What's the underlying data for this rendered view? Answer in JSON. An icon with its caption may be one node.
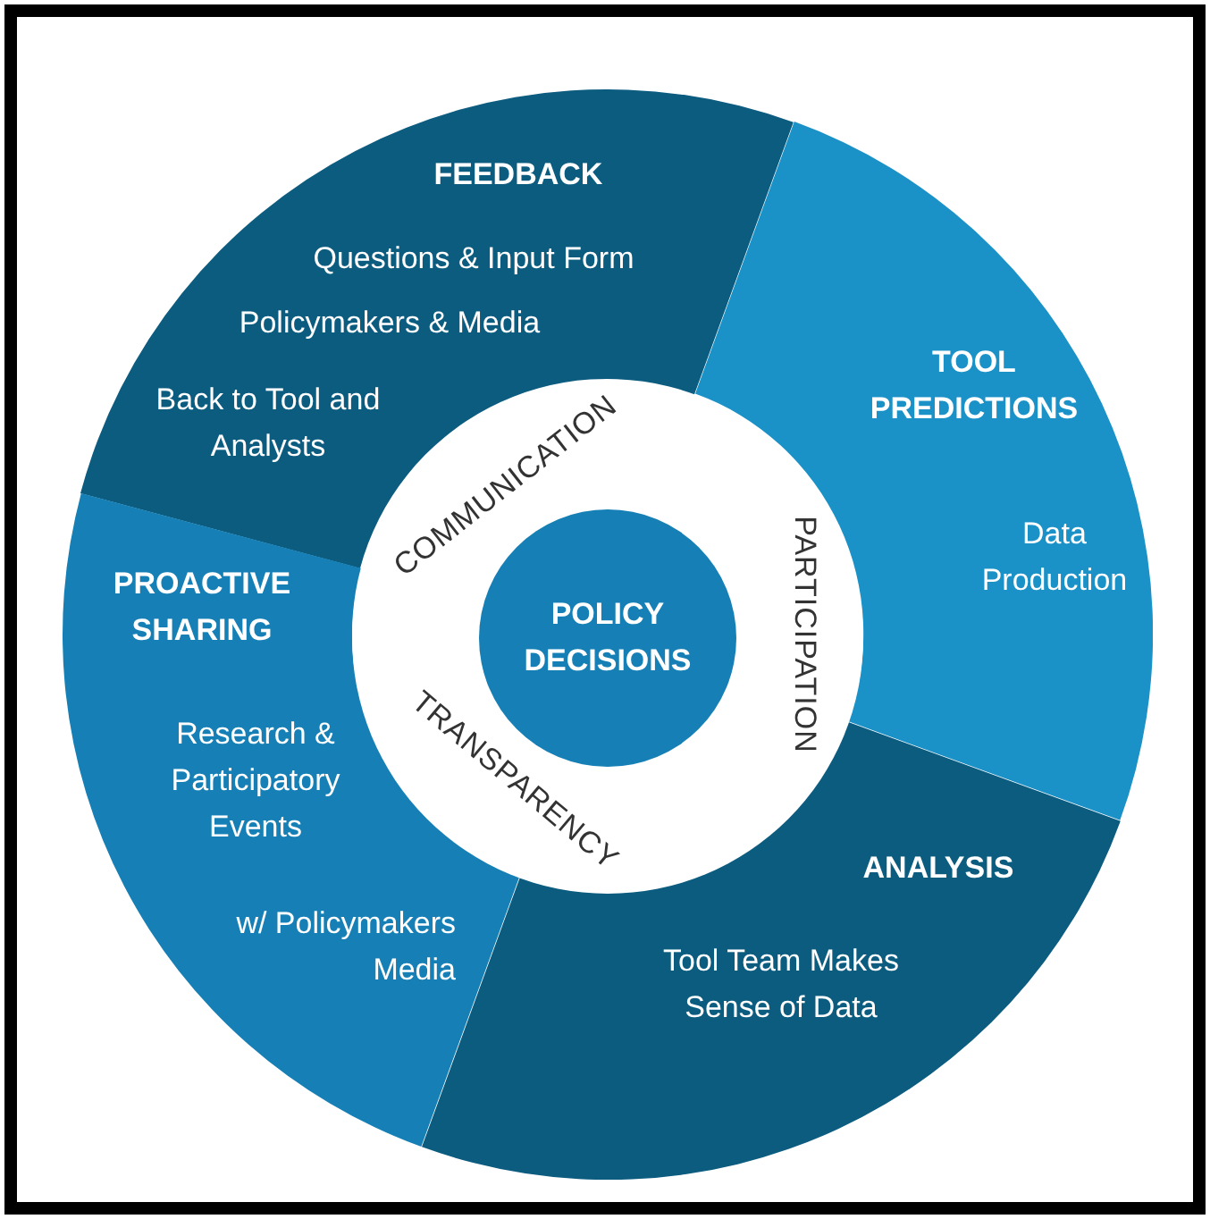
{
  "diagram": {
    "nodes": [
      {
        "text": [
          "FEEDBACK",
          "Questions & Input Form",
          "Policymakers & Media",
          "Back to Tool and Analysts"
        ]
      },
      {
        "text": [
          "TOOL PREDICTIONS",
          "Data Production"
        ]
      },
      {
        "text": [
          "ANALYSIS",
          "Tool Team Makes Sense of Data"
        ]
      },
      {
        "text": [
          "PROACTIVE SHARING",
          "Research & Participatory Events",
          "w/ Policymakers Media"
        ]
      },
      {
        "text": [
          "COMMUNICATION",
          "PARTICIPATION",
          "TRANSPARENCY"
        ]
      },
      {
        "text": [
          "POLICY DECISIONS"
        ],
        "in": 4
      }
    ],
    "edges": []
  }
}
